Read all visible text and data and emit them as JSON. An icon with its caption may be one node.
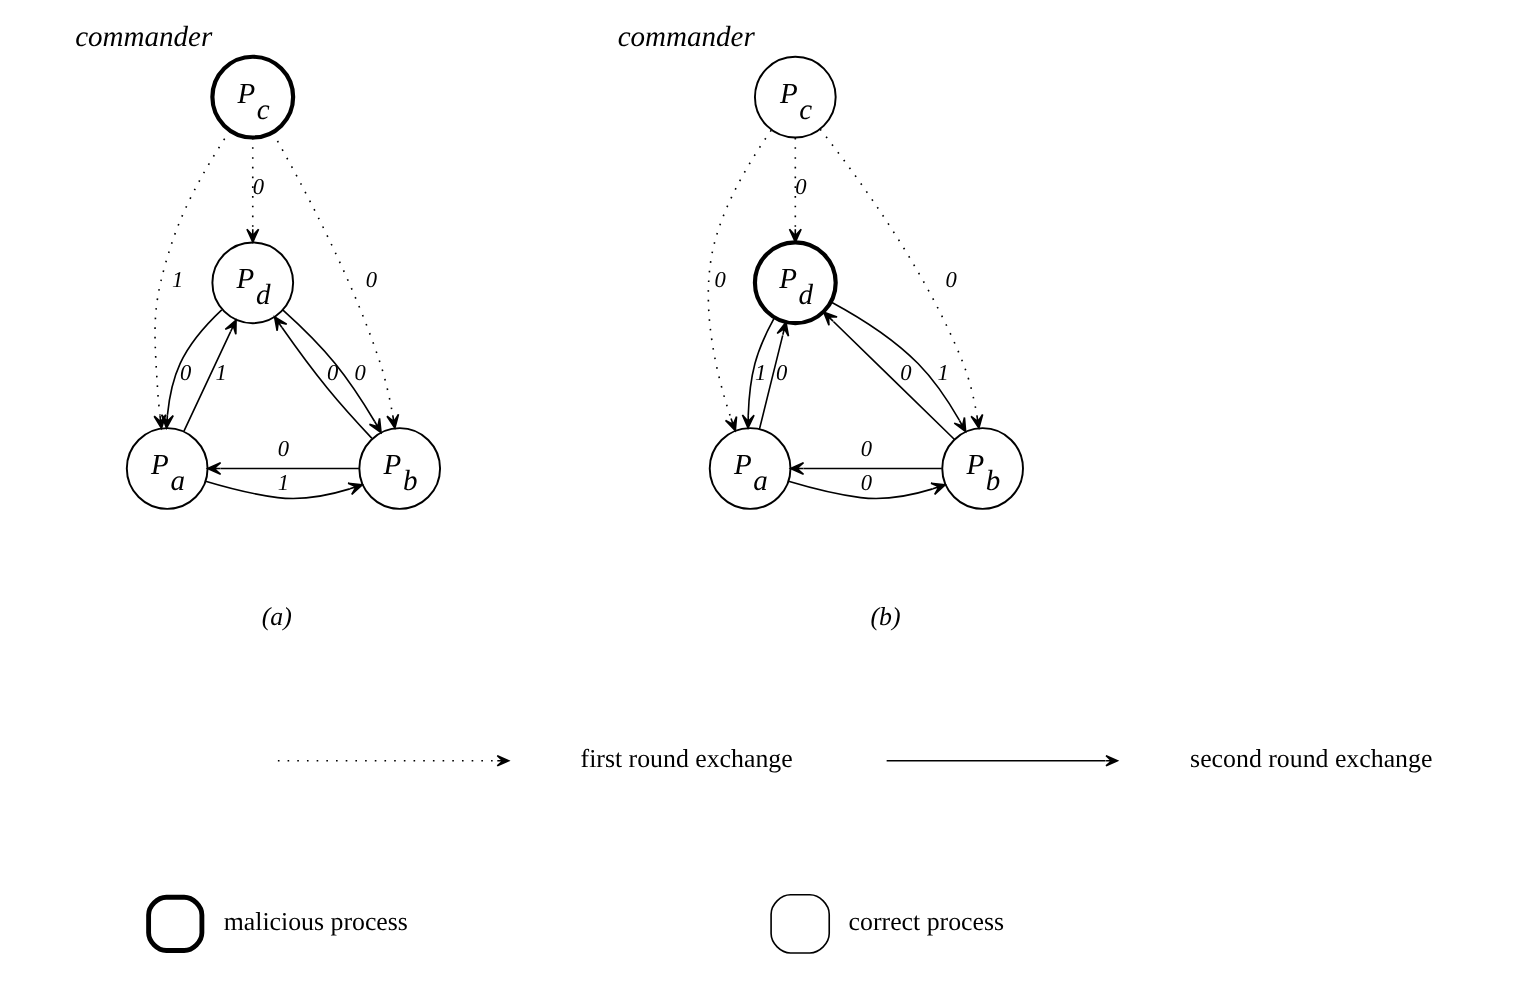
{
  "diagram": {
    "nodes": [
      {
        "text": [
          "P$_{d}$"
        ]
      },
      {
        "text": [
          "P$_{c}$"
        ],
        "beside": [
          "commander"
        ]
      },
      {
        "text": [
          "P$_{a}$"
        ]
      },
      {
        "text": [
          "P$_{b}$"
        ]
      },
      {
        "text": [
          "P$_{d}$"
        ]
      },
      {
        "text": [
          "P$_{c}$"
        ],
        "beside": [
          "commander"
        ]
      },
      {
        "text": [
          "P$_{a}$"
        ]
      },
      {
        "text": [
          "P$_{b}$"
        ]
      }
    ],
    "edges": [
      {
        "from": 1,
        "to": 0,
        "arrow": "to",
        "label": "0",
        "style": "dashed"
      },
      {
        "from": 1,
        "to": 2,
        "arrow": "to",
        "label": "1",
        "style": "dashed"
      },
      {
        "from": 1,
        "to": 3,
        "arrow": "to",
        "label": "0",
        "style": "dashed"
      },
      {
        "from": 2,
        "to": 0,
        "arrow": "to",
        "label": "1"
      },
      {
        "from": 0,
        "to": 2,
        "arrow": "to",
        "label": "0"
      },
      {
        "from": 0,
        "to": 3,
        "arrow": "to",
        "label": "0"
      },
      {
        "from": 3,
        "to": 0,
        "arrow": "to",
        "label": "0"
      },
      {
        "from": 3,
        "to": 2,
        "arrow": "to",
        "label": "0"
      },
      {
        "from": 2,
        "to": 3,
        "arrow": "to",
        "label": "1"
      },
      {
        "from": 5,
        "to": 4,
        "arrow": "to",
        "label": "0",
        "style": "dashed"
      },
      {
        "from": 5,
        "to": 6,
        "arrow": "to",
        "label": "0",
        "style": "dashed"
      },
      {
        "from": 5,
        "to": 7,
        "arrow": "to",
        "label": "0",
        "style": "dashed"
      },
      {
        "from": 6,
        "to": 4,
        "arrow": "to",
        "label": "0"
      },
      {
        "from": 4,
        "to": 6,
        "arrow": "to",
        "label": "1"
      },
      {
        "from": 4,
        "to": 7,
        "arrow": "to",
        "label": "1"
      },
      {
        "from": 7,
        "to": 4,
        "arrow": "to",
        "label": "0"
      },
      {
        "from": 7,
        "to": 6,
        "arrow": "to",
        "label": "0"
      },
      {
        "from": 6,
        "to": 7,
        "arrow": "to",
        "label": "0"
      }
    ],
    "labels": [
      "(a)",
      "(b)"
    ],
    "legend": [
      {
        "text": "first round exchange"
      },
      {
        "text": "second round exchange"
      },
      {
        "text": "malicious process"
      },
      {
        "text": "correct process"
      }
    ]
  }
}
